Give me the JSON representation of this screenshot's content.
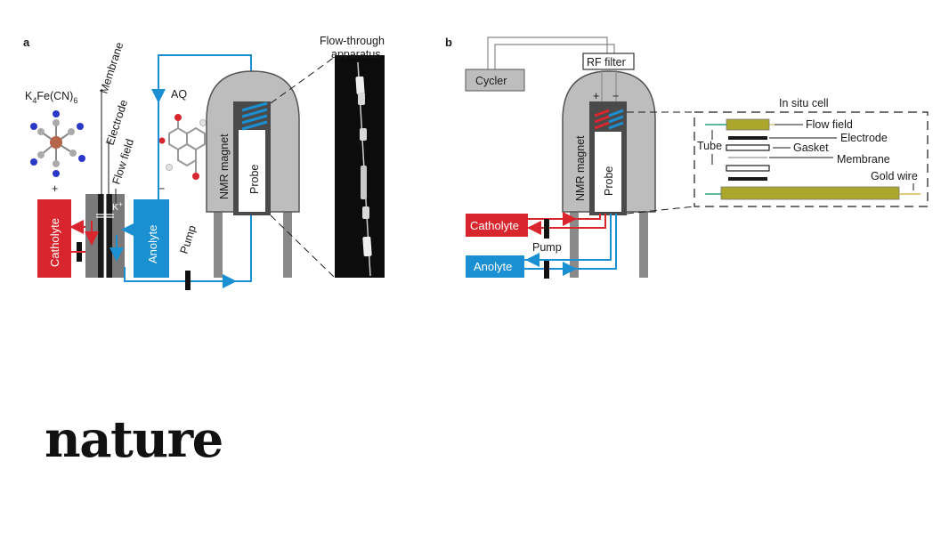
{
  "panels": {
    "a": "a",
    "b": "b"
  },
  "labels": {
    "compound_a": "K",
    "compound_sub4": "4",
    "compound_b": "Fe(CN)",
    "compound_sub6": "6",
    "membrane": "Membrane",
    "electrode": "Electrode",
    "flow_field": "Flow field",
    "aq": "AQ",
    "plus": "+",
    "minus": "−",
    "catholyte": "Catholyte",
    "anolyte": "Anolyte",
    "pump": "Pump",
    "k_ion": "K",
    "k_sup": "+",
    "nmr_magnet": "NMR magnet",
    "probe": "Probe",
    "flow_through_1": "Flow-through",
    "flow_through_2": "apparatus",
    "cycler": "Cycler",
    "rf_filter": "RF filter",
    "in_situ_cell": "In situ cell",
    "tube": "Tube",
    "cell_flow_field": "Flow field",
    "cell_electrode": "Electrode",
    "gasket": "Gasket",
    "cell_membrane": "Membrane",
    "gold_wire": "Gold wire"
  },
  "brand": {
    "name": "nature"
  },
  "colors": {
    "catholyte": "#d9262e",
    "anolyte": "#1a8fd1",
    "magnet": "#bdbdbd",
    "probe_border": "#333333",
    "olive": "#aaa72a"
  }
}
